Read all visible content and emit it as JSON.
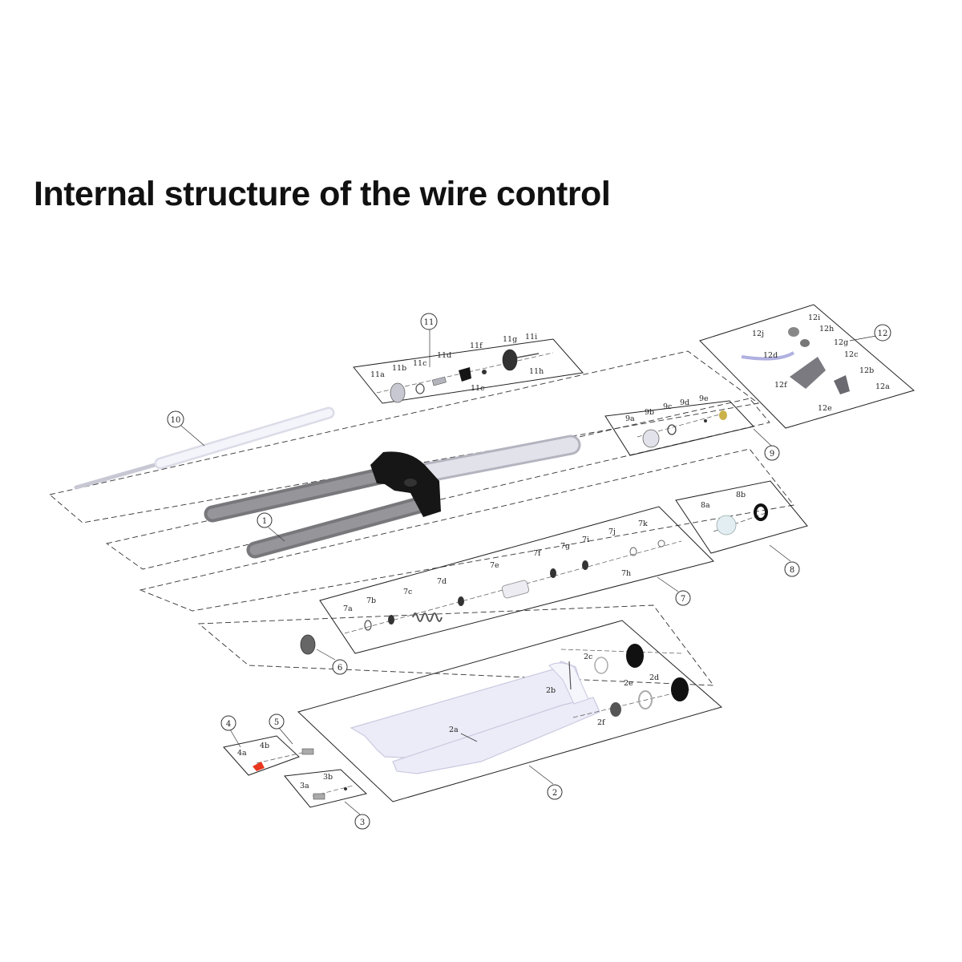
{
  "title": "Internal structure of the wire control",
  "callouts": {
    "c1": "1",
    "c2": "2",
    "c3": "3",
    "c4": "4",
    "c5": "5",
    "c6": "6",
    "c7": "7",
    "c8": "8",
    "c9": "9",
    "c10": "10",
    "c11": "11",
    "c12": "12"
  },
  "labels": {
    "p2a": "2a",
    "p2b": "2b",
    "p2c": "2c",
    "p2d": "2d",
    "p2e": "2e",
    "p2f": "2f",
    "p3a": "3a",
    "p3b": "3b",
    "p4a": "4a",
    "p4b": "4b",
    "p7a": "7a",
    "p7b": "7b",
    "p7c": "7c",
    "p7d": "7d",
    "p7e": "7e",
    "p7f": "7f",
    "p7g": "7g",
    "p7h": "7h",
    "p7i": "7i",
    "p7j": "7j",
    "p7k": "7k",
    "p8a": "8a",
    "p8b": "8b",
    "p9a": "9a",
    "p9b": "9b",
    "p9c": "9c",
    "p9d": "9d",
    "p9e": "9e",
    "p11a": "11a",
    "p11b": "11b",
    "p11c": "11c",
    "p11d": "11d",
    "p11e": "11e",
    "p11f": "11f",
    "p11g": "11g",
    "p11h": "11h",
    "p11i": "11i",
    "p12a": "12a",
    "p12b": "12b",
    "p12c": "12c",
    "p12d": "12d",
    "p12e": "12e",
    "p12f": "12f",
    "p12g": "12g",
    "p12h": "12h",
    "p12i": "12i",
    "p12j": "12j"
  },
  "colors": {
    "crown": "#1a1a1a",
    "stanchion": "#8a8a8e",
    "steerer": "#dcdce6",
    "lower_leg": "#eeeefa",
    "lockout_knob": "#e8381f",
    "brass_part": "#c9b24a",
    "black_seal": "#111111"
  }
}
